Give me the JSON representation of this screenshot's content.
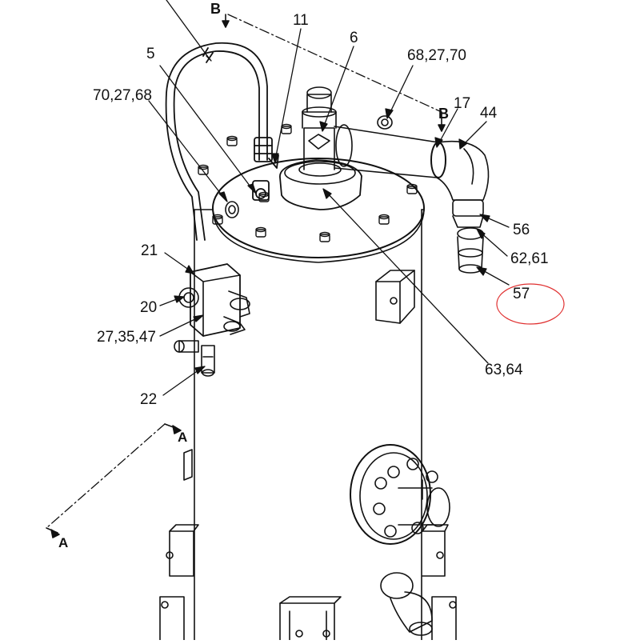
{
  "drawing": {
    "part_labels": {
      "p11": "11",
      "p6": "6",
      "p5": "5",
      "p68_27_70": "68,27,70",
      "p70_27_68": "70,27,68",
      "p17": "17",
      "p44": "44",
      "p56": "56",
      "p62_61": "62,61",
      "p57": "57",
      "p21": "21",
      "p20": "20",
      "p27_35_47": "27,35,47",
      "p22": "22",
      "p63_64": "63,64"
    },
    "section_markers": {
      "b_top": "B",
      "b_right": "B",
      "a_top": "A",
      "a_bottom": "A"
    },
    "highlight_color": "#e03030",
    "line_color": "#111111"
  }
}
